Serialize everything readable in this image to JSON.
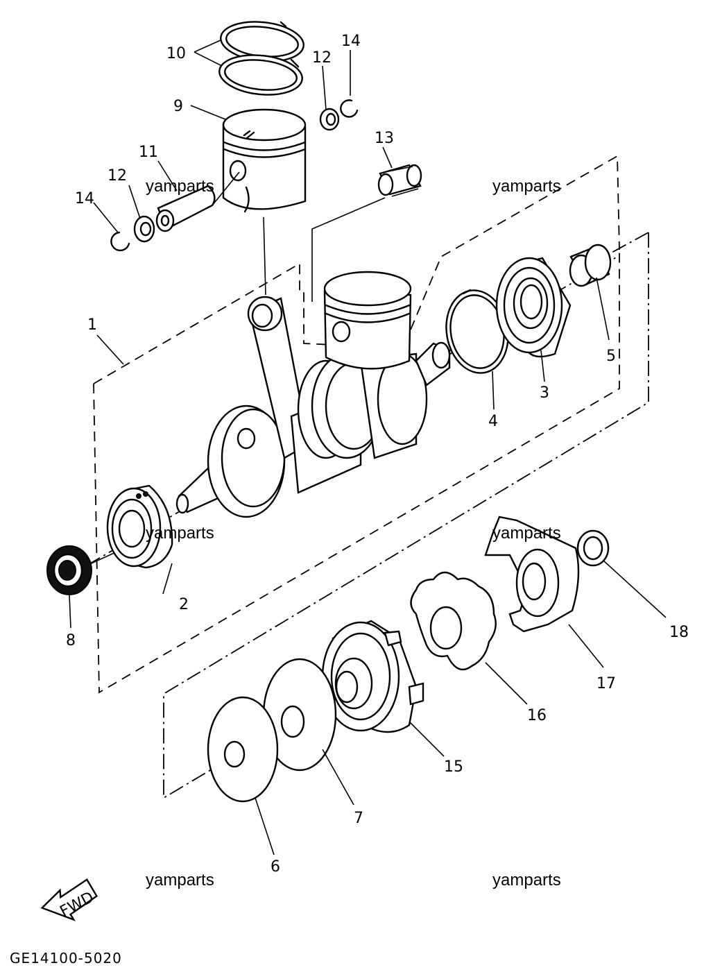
{
  "labels": {
    "l1": "1",
    "l2": "2",
    "l3": "3",
    "l4": "4",
    "l5": "5",
    "l6": "6",
    "l7": "7",
    "l8": "8",
    "l9": "9",
    "l10": "10",
    "l11": "11",
    "l12a": "12",
    "l12b": "12",
    "l13": "13",
    "l14a": "14",
    "l14b": "14",
    "l15": "15",
    "l16": "16",
    "l17": "17",
    "l18": "18"
  },
  "watermarks": [
    "yamparts",
    "yamparts",
    "yamparts",
    "yamparts",
    "yamparts",
    "yamparts"
  ],
  "fwd_label": "FWD",
  "drawing_code": "GE14100-5020"
}
